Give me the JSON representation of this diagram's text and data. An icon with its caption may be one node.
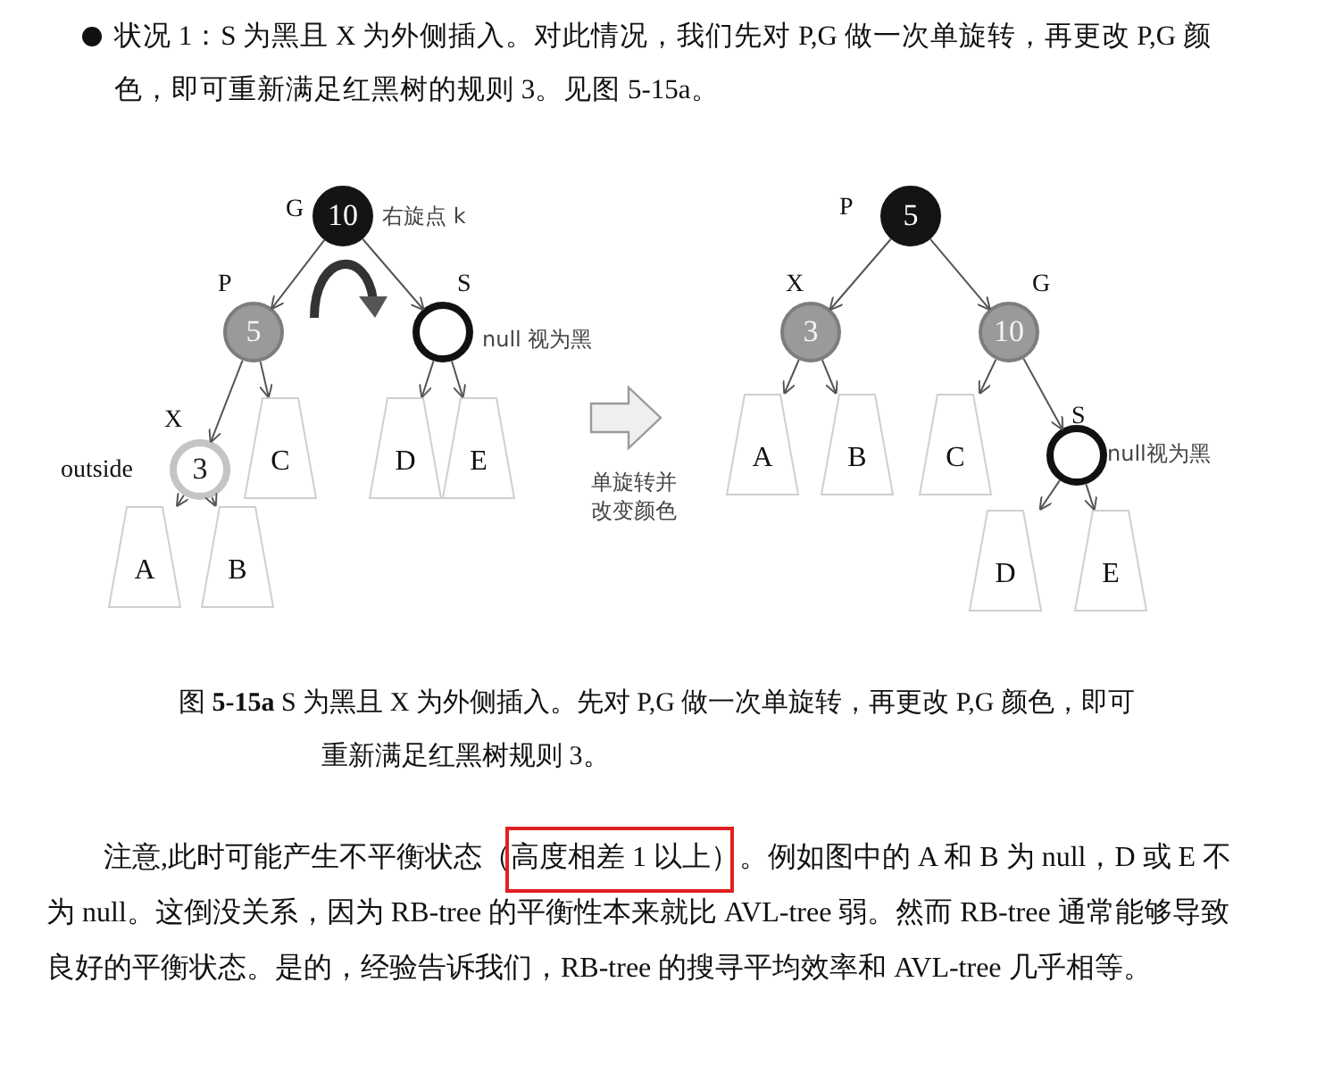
{
  "diagram": {
    "title": "状况 1：S 为黑且 X 为外侧插入。对此情况，我们先对 P,G 做一次单旋转，再更改 P,G 颜色，即可重新满足红黑树的规则 3。见图 5-15a。",
    "caption": "图 **5-15a** S 为黑且 X 为外侧插入。先对 P,G 做一次单旋转，再更改 P,G 颜色，即可重新满足红黑树规则 3。",
    "nodes": [
      {
        "text": [
          "10"
        ],
        "beside": [
          "G",
          "右旋点 k"
        ]
      },
      {
        "text": [
          "5"
        ],
        "beside": [
          "P"
        ]
      },
      {
        "text": [],
        "shape": "circle",
        "beside": [
          "S",
          "null 视为黑"
        ]
      },
      {
        "text": [
          "3"
        ],
        "beside": [
          "X",
          "outside"
        ]
      },
      {
        "text": [
          "C"
        ]
      },
      {
        "text": [
          "D"
        ]
      },
      {
        "text": [
          "E"
        ]
      },
      {
        "text": [
          "A"
        ]
      },
      {
        "text": [
          "B"
        ]
      },
      {
        "text": [
          "5"
        ],
        "beside": [
          "P"
        ]
      },
      {
        "text": [
          "3"
        ],
        "beside": [
          "X"
        ]
      },
      {
        "text": [
          "10"
        ],
        "beside": [
          "G"
        ]
      },
      {
        "text": [
          "A"
        ]
      },
      {
        "text": [
          "B"
        ]
      },
      {
        "text": [
          "C"
        ]
      },
      {
        "text": [],
        "shape": "circle",
        "beside": [
          "S",
          "null视为黑"
        ]
      },
      {
        "text": [
          "D"
        ]
      },
      {
        "text": [
          "E"
        ]
      }
    ],
    "edges": [
      {
        "from": 0,
        "to": 1,
        "arrow": "to"
      },
      {
        "from": 0,
        "to": 2,
        "arrow": "to"
      },
      {
        "from": 1,
        "to": 3,
        "arrow": "to"
      },
      {
        "from": 1,
        "to": 4,
        "arrow": "to"
      },
      {
        "from": 2,
        "to": 5,
        "arrow": "to"
      },
      {
        "from": 2,
        "to": 6,
        "arrow": "to"
      },
      {
        "from": 3,
        "to": 7,
        "arrow": "to"
      },
      {
        "from": 3,
        "to": 8,
        "arrow": "to"
      },
      {
        "from": 9,
        "to": 10,
        "arrow": "to"
      },
      {
        "from": 9,
        "to": 11,
        "arrow": "to"
      },
      {
        "from": 10,
        "to": 12,
        "arrow": "to"
      },
      {
        "from": 10,
        "to": 13,
        "arrow": "to"
      },
      {
        "from": 11,
        "to": 14,
        "arrow": "to"
      },
      {
        "from": 11,
        "to": 15,
        "arrow": "to"
      },
      {
        "from": 15,
        "to": 16,
        "arrow": "to"
      },
      {
        "from": 15,
        "to": 17,
        "arrow": "to"
      }
    ],
    "labels": [
      "单旋转并改变颜色",
      "注意,此时可能产生不平衡状态（高度相差 1 以上）。例如图中的 A 和 B 为 null，D 或 E 不为 null。这倒没关系，因为 RB-tree 的平衡性本来就比 AVL-tree 弱。然而 RB-tree 通常能够导致良好的平衡状态。是的，经验告诉我们，RB-tree 的搜寻平均效率和 AVL-tree 几乎相等。"
    ]
  }
}
